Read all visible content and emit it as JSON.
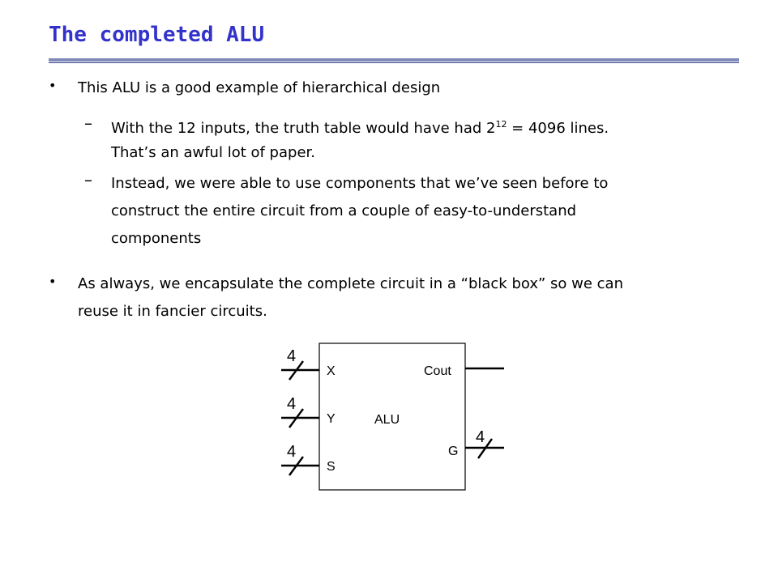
{
  "slide": {
    "title": "The completed ALU",
    "bullet_marker": "•",
    "dash_marker": "–",
    "bullets": [
      {
        "text": "This ALU is a good example of hierarchical design",
        "subs": [
          {
            "line1_pre": "With the 12 inputs, the truth table would have had 2",
            "line1_sup": "12",
            "line1_post": " = 4096 lines.",
            "line2": "That’s an awful lot of paper."
          },
          {
            "line1": "Instead, we were able to use components that we’ve seen before to",
            "line2": "construct the entire circuit from a couple of easy-to-understand",
            "line3": "components"
          }
        ]
      },
      {
        "line1": "As always, we encapsulate the complete circuit in a “black box” so we can",
        "line2": "reuse it in fancier circuits."
      }
    ]
  },
  "diagram": {
    "block_label": "ALU",
    "inputs": [
      {
        "label": "X",
        "width": "4"
      },
      {
        "label": "Y",
        "width": "4"
      },
      {
        "label": "S",
        "width": "4"
      }
    ],
    "outputs": [
      {
        "label": "Cout",
        "width": ""
      },
      {
        "label": "G",
        "width": "4"
      }
    ]
  }
}
